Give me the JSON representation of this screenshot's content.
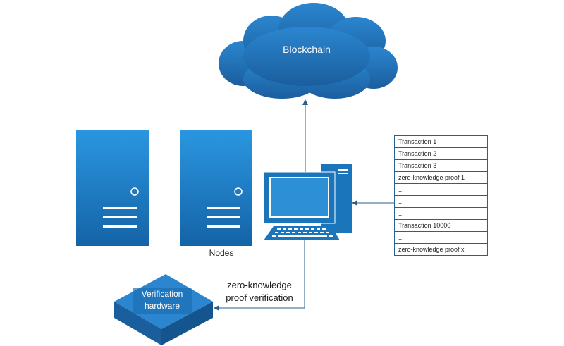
{
  "cloud": {
    "label": "Blockchain"
  },
  "nodes": {
    "label": "Nodes"
  },
  "verification": {
    "arrow_label_line1": "zero-knowledge",
    "arrow_label_line2": "proof verification"
  },
  "hardware": {
    "label_line1": "Verification",
    "label_line2": "hardware"
  },
  "transactions": [
    "Transaction 1",
    "Transaction 2",
    "Transaction 3",
    "zero-knowledge proof 1",
    "...",
    "...",
    "...",
    "Transaction 10000",
    "...",
    "zero-knowledge proof x"
  ],
  "colors": {
    "primary_blue": "#1b75bb",
    "light_blue": "#2d8fd6",
    "dark_blue": "#14558f",
    "line": "#2a5e8c"
  }
}
